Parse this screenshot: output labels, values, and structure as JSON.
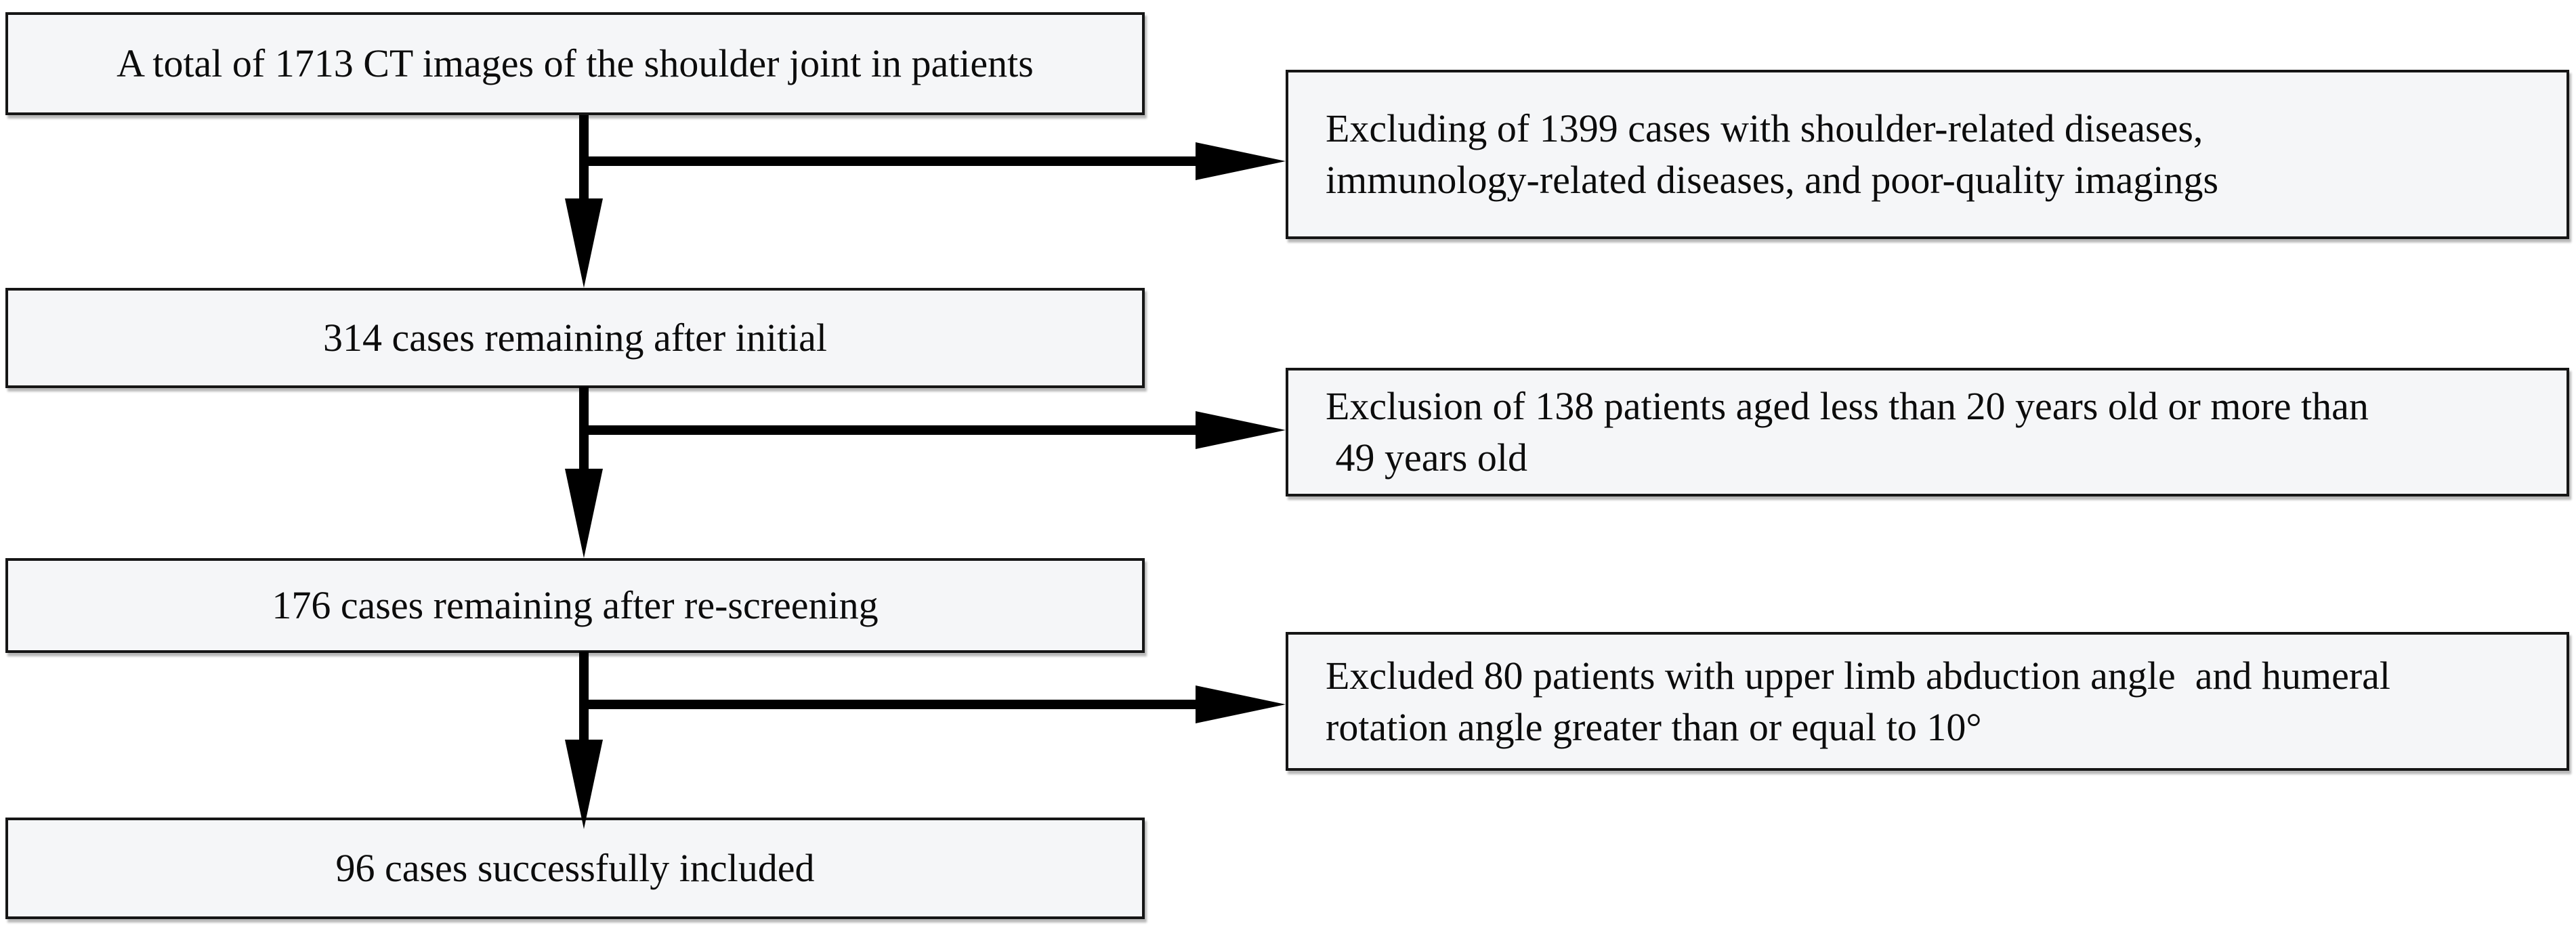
{
  "figure": {
    "type": "patient-selection-flowchart",
    "colors": {
      "background": "#ffffff",
      "box_fill": "#f5f6f8",
      "box_border": "#161616",
      "arrow": "#000000",
      "text": "#0c0c0c"
    },
    "main_flow": [
      {
        "id": "total",
        "text": "A total of 1713 CT images of the shoulder joint in patients"
      },
      {
        "id": "after_initial",
        "text": "314 cases remaining after initial"
      },
      {
        "id": "after_rescreening",
        "text": "176 cases remaining after re-screening"
      },
      {
        "id": "included",
        "text": "96 cases successfully included"
      }
    ],
    "exclusions": [
      {
        "id": "exclusion_diseases",
        "lines": [
          "Excluding of 1399 cases with shoulder-related diseases,",
          "immunology-related diseases, and poor-quality imagings"
        ]
      },
      {
        "id": "exclusion_age",
        "lines": [
          "Exclusion of 138 patients aged less than 20 years old or more than",
          " 49 years old"
        ]
      },
      {
        "id": "exclusion_angle",
        "lines": [
          "Excluded 80 patients with upper limb abduction angle  and humeral",
          "rotation angle greater than or equal to 10°"
        ]
      }
    ]
  }
}
